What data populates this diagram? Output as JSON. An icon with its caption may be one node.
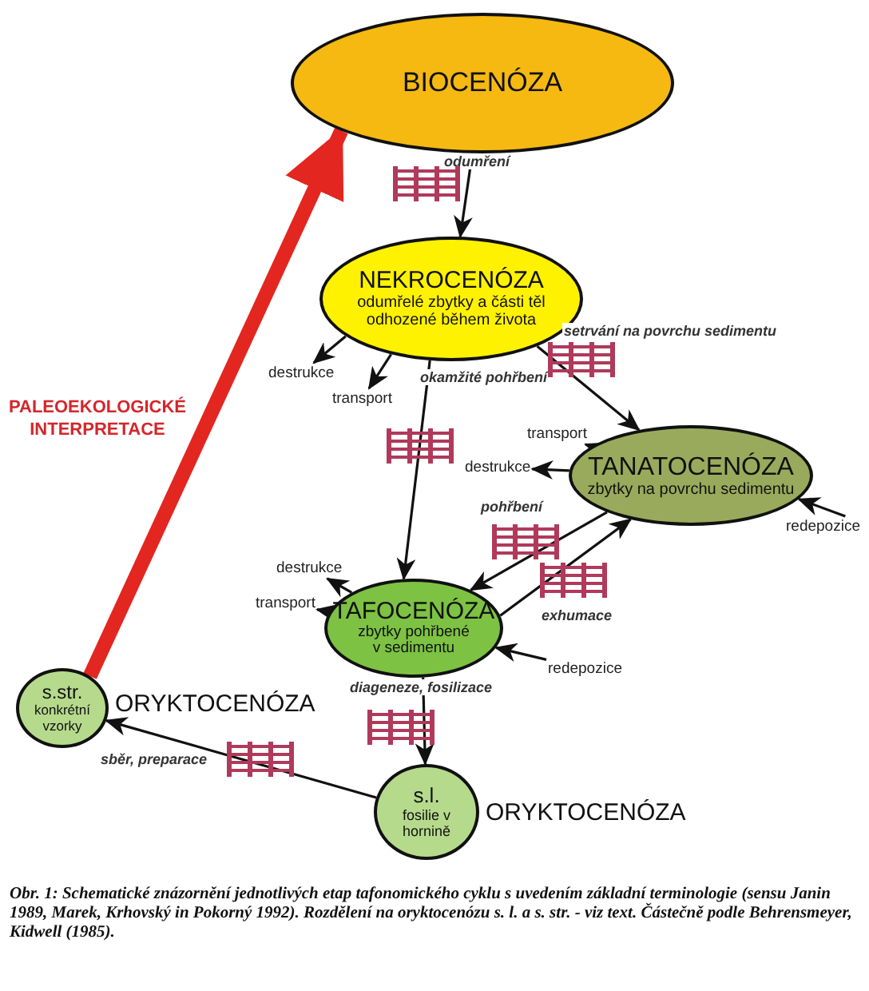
{
  "diagram": {
    "caption": "Obr. 1: Schematické znázornění jednotlivých etap tafonomického cyklu s uvedením základní terminologie (sensu Janin 1989, Marek, Krhovský in Pokorný 1992). Rozdělení na oryktocenózu s. l. a s. str. - viz text. Částečně podle Behrensmeyer, Kidwell (1985).",
    "nodes": [
      {
        "text": [
          "BIOCENÓZA"
        ]
      },
      {
        "text": [
          "NEKROCENÓZA",
          "odumřelé zbytky a části těl odhozené během života"
        ]
      },
      {
        "text": [
          "TANATOCENÓZA",
          "zbytky na povrchu sedimentu"
        ]
      },
      {
        "text": [
          "TAFOCENÓZA",
          "zbytky pohřbené v sedimentu"
        ]
      },
      {
        "text": [
          "s.l.",
          "fosilie v hornině"
        ],
        "beside": [
          "ORYKTOCENÓZA"
        ]
      },
      {
        "text": [
          "s.str.",
          "konkrétní vzorky"
        ],
        "beside": [
          "ORYKTOCENÓZA"
        ]
      },
      {
        "text": [
          "destrukce"
        ]
      },
      {
        "text": [
          "transport"
        ]
      },
      {
        "text": [
          "transport"
        ]
      },
      {
        "text": [
          "destrukce"
        ]
      },
      {
        "text": [
          "redepozice"
        ]
      },
      {
        "text": [
          "destrukce"
        ]
      },
      {
        "text": [
          "transport"
        ]
      },
      {
        "text": [
          "redepozice"
        ]
      }
    ],
    "edges": [
      {
        "from": 0,
        "to": 1,
        "arrow": "to",
        "label": "odumření"
      },
      {
        "from": 1,
        "to": 2,
        "arrow": "to",
        "label": "setrvání na povrchu sedimentu"
      },
      {
        "from": 1,
        "to": 3,
        "arrow": "to",
        "label": "okamžité pohřbení"
      },
      {
        "from": 2,
        "to": 3,
        "arrow": "to",
        "label": "pohřbení"
      },
      {
        "from": 3,
        "to": 2,
        "arrow": "to",
        "label": "exhumace"
      },
      {
        "from": 3,
        "to": 4,
        "arrow": "to",
        "label": "diageneze, fosilizace"
      },
      {
        "from": 4,
        "to": 5,
        "arrow": "to",
        "label": "sběr, preparace"
      },
      {
        "from": 5,
        "to": 0,
        "arrow": "to",
        "style": "thick",
        "color": "#e3261f"
      },
      {
        "from": 1,
        "to": 6,
        "arrow": "to"
      },
      {
        "from": 1,
        "to": 7,
        "arrow": "to"
      },
      {
        "from": 2,
        "to": 8,
        "arrow": "to"
      },
      {
        "from": 2,
        "to": 9,
        "arrow": "to"
      },
      {
        "from": 10,
        "to": 2,
        "arrow": "to"
      },
      {
        "from": 3,
        "to": 11,
        "arrow": "to"
      },
      {
        "from": 3,
        "to": 12,
        "arrow": "to"
      },
      {
        "from": 13,
        "to": 3,
        "arrow": "to"
      }
    ],
    "labels": [
      "PALEOEKOLOGICKÉ INTERPRETACE"
    ]
  }
}
